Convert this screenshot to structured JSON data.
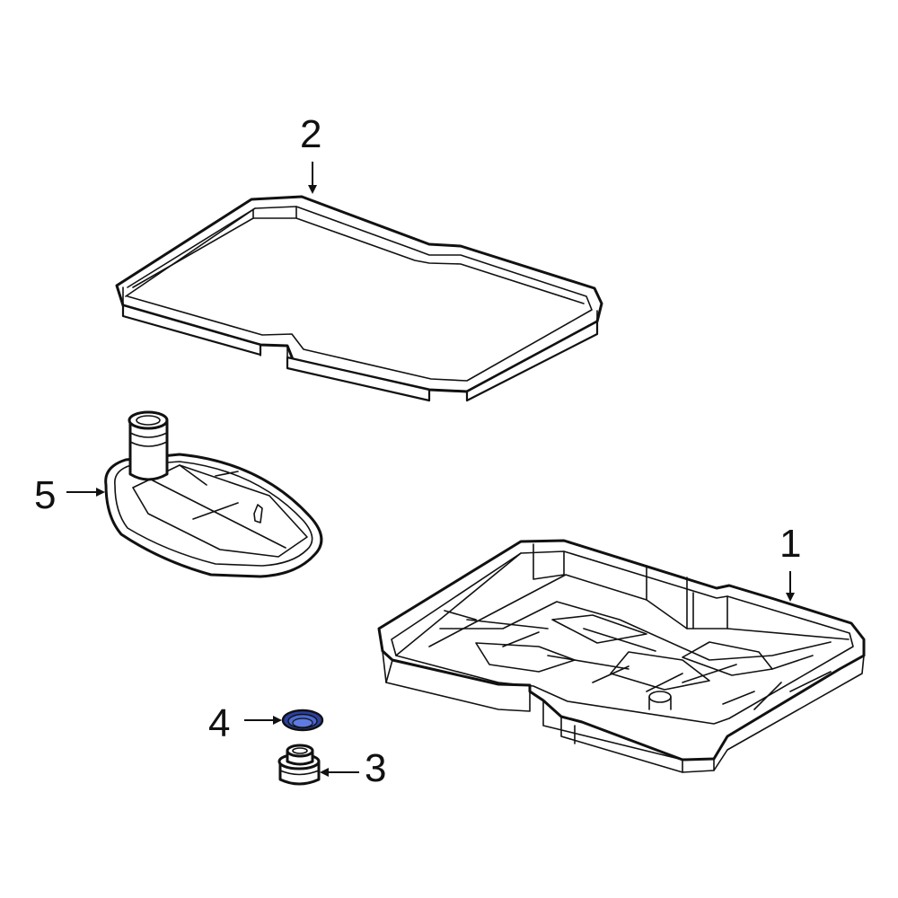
{
  "diagram": {
    "type": "exploded-parts-diagram",
    "accent_color": "#3a55b5",
    "parts": [
      {
        "callout": "1",
        "depicts": "transmission oil pan"
      },
      {
        "callout": "2",
        "depicts": "pan gasket"
      },
      {
        "callout": "3",
        "depicts": "drain plug"
      },
      {
        "callout": "4",
        "depicts": "drain plug seal",
        "highlighted": true
      },
      {
        "callout": "5",
        "depicts": "transmission filter"
      }
    ]
  }
}
